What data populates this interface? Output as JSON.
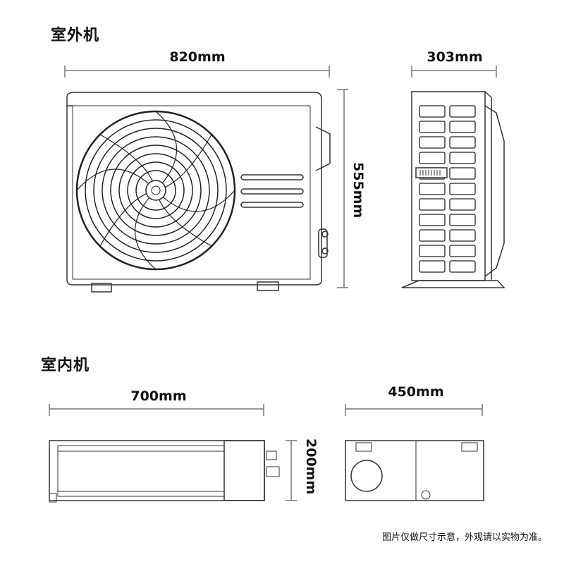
{
  "outdoor": {
    "title": "室外机",
    "width_label": "820mm",
    "depth_label": "303mm",
    "height_label": "555mm"
  },
  "indoor": {
    "title": "室内机",
    "width_label": "700mm",
    "depth_label": "450mm",
    "height_label": "200mm"
  },
  "footnote": "图片仅做尺寸示意，外观请以实物为准。",
  "colors": {
    "line": "#333333",
    "dim_line": "#777777",
    "grille": "#222222"
  }
}
